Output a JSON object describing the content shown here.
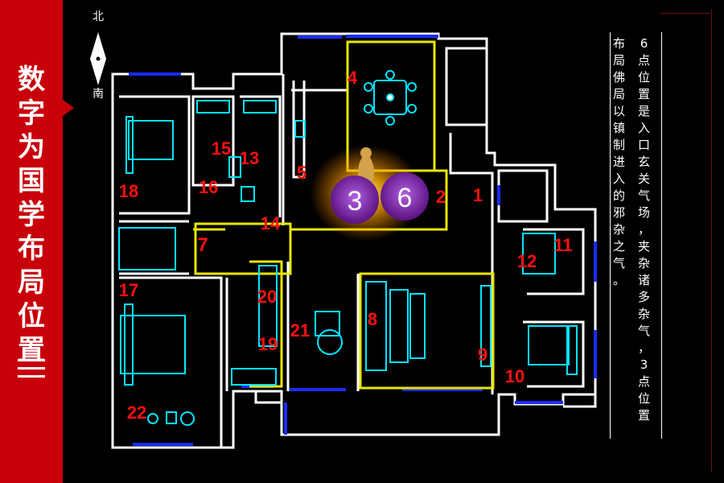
{
  "sidebar": {
    "title": "数字为国学布局位置",
    "mark": "三"
  },
  "compass": {
    "north": "北",
    "south": "南"
  },
  "note": {
    "col1": "6点位置是入口玄关气场，夹杂诸多杂气，3点位置",
    "col2": "布局佛局以镇制进入的邪杂之气。"
  },
  "highlight_numbers": [
    "3",
    "6"
  ],
  "room_numbers": [
    "1",
    "2",
    "4",
    "5",
    "7",
    "8",
    "9",
    "10",
    "11",
    "12",
    "13",
    "14",
    "15",
    "16",
    "17",
    "18",
    "19",
    "20",
    "21",
    "22"
  ],
  "colors": {
    "sidebar": "#c8000a",
    "wall": "#ffffff",
    "window": "#1a2cff",
    "highlight_wall": "#e6e600",
    "furniture": "#00e5ff",
    "number": "#ff1010",
    "orb": "#7a1fb0"
  }
}
